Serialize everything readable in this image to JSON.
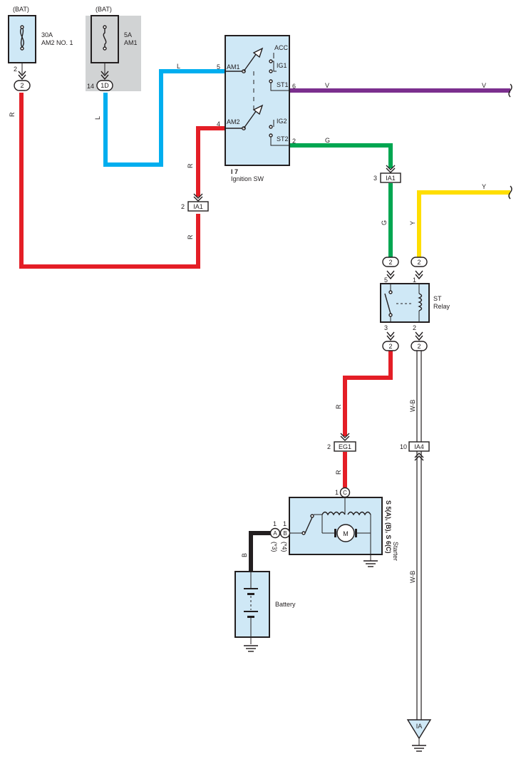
{
  "colors": {
    "red": "#e41e26",
    "blue": "#00aeef",
    "violet": "#7b2f8e",
    "green": "#00a651",
    "yellow": "#ffde00",
    "black": "#231f20",
    "component_fill": "#cfe8f6",
    "shade": "#d1d3d4"
  },
  "fuses": {
    "am2": {
      "source": "(BAT)",
      "rating": "30A",
      "name": "AM2 NO. 1",
      "pin": "2",
      "connector": "2"
    },
    "am1": {
      "source": "(BAT)",
      "rating": "5A",
      "name": "AM1",
      "pin": "14",
      "connector": "1D"
    }
  },
  "ignition_switch": {
    "id": "I 7",
    "name": "Ignition SW",
    "terminals": {
      "am1": "AM1",
      "am2": "AM2",
      "acc": "ACC",
      "ig1": "IG1",
      "st1": "ST1",
      "ig2": "IG2",
      "st2": "ST2"
    },
    "pins": {
      "am1": "5",
      "am2": "4",
      "st1": "6",
      "st2": "2"
    }
  },
  "connectors": {
    "ia1_upper": {
      "code": "IA1",
      "pin": "3"
    },
    "ia1_lower": {
      "code": "IA1",
      "pin": "2"
    },
    "eg1": {
      "code": "EG1",
      "pin": "2"
    },
    "ia4": {
      "code": "IA4",
      "pin": "10"
    }
  },
  "relay": {
    "name_line1": "ST",
    "name_line2": "Relay",
    "connector": "2",
    "pins": {
      "p5": "5",
      "p1": "1",
      "p3": "3",
      "p2": "2"
    }
  },
  "starter": {
    "id": "S 5(A), (B), S 6(C)",
    "name": "Starter",
    "motor": "M",
    "conn_c": "C",
    "conn_a": "A",
    "conn_b": "B",
    "pin_c": "1",
    "pin_a": "1",
    "pin_b": "1",
    "note_a": "(*3)",
    "note_b": "(*4)"
  },
  "battery": {
    "name": "Battery"
  },
  "ground": {
    "label": "IA"
  },
  "wire_labels": {
    "r": "R",
    "l": "L",
    "v": "V",
    "g": "G",
    "y": "Y",
    "wb": "W-B",
    "b": "B"
  }
}
